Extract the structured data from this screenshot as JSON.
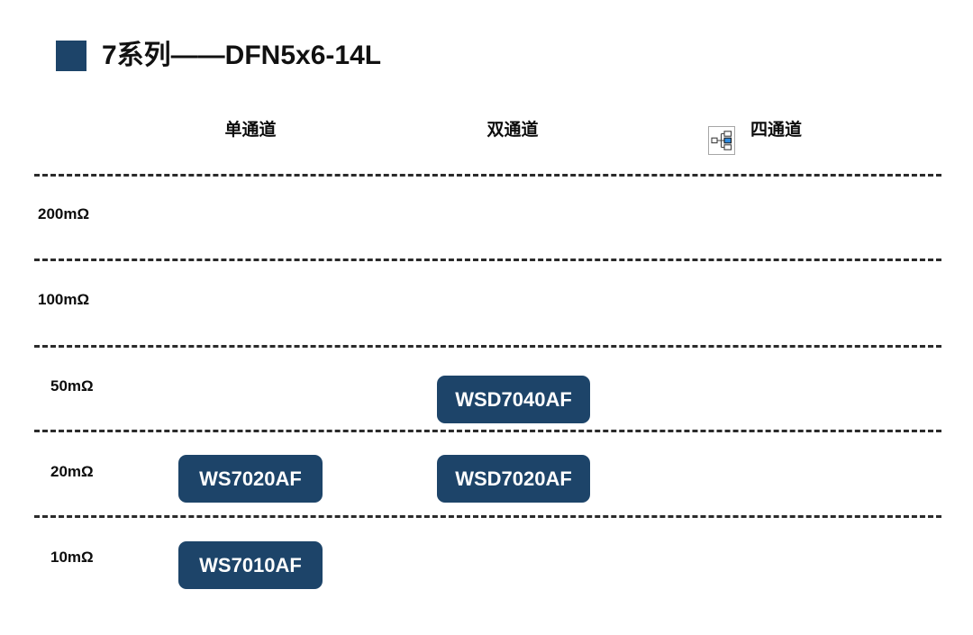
{
  "slide": {
    "title": "7系列——DFN5x6-14L",
    "accent_color": "#1D4469",
    "background_color": "#FFFFFF"
  },
  "columns": [
    {
      "key": "single",
      "label": "单通道"
    },
    {
      "key": "dual",
      "label": "双通道"
    },
    {
      "key": "quad",
      "label": "四通道",
      "icon": "hierarchy-diagram-icon"
    }
  ],
  "rows": [
    {
      "key": "r200",
      "label": "200mΩ"
    },
    {
      "key": "r100",
      "label": "100mΩ"
    },
    {
      "key": "r50",
      "label": "50mΩ"
    },
    {
      "key": "r20",
      "label": "20mΩ"
    },
    {
      "key": "r10",
      "label": "10mΩ"
    }
  ],
  "products": [
    {
      "name": "WSD7040AF",
      "row": "r50",
      "column": "dual"
    },
    {
      "name": "WS7020AF",
      "row": "r20",
      "column": "single"
    },
    {
      "name": "WSD7020AF",
      "row": "r20",
      "column": "dual"
    },
    {
      "name": "WS7010AF",
      "row": "r10",
      "column": "single"
    }
  ]
}
